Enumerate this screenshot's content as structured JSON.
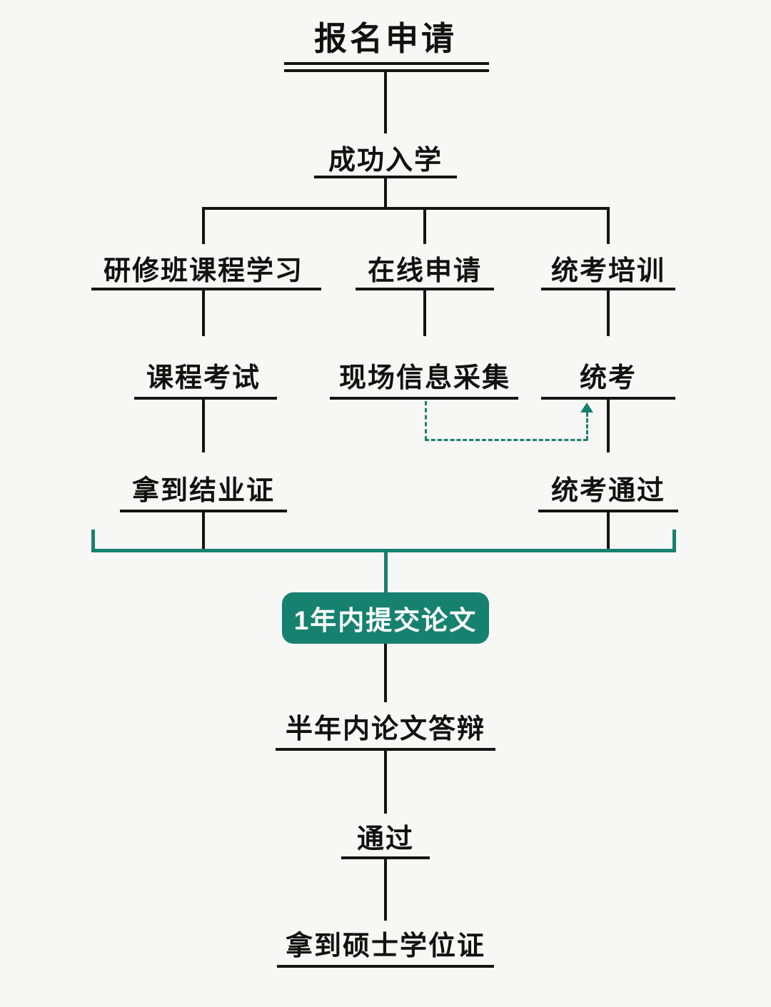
{
  "diagram": {
    "title": "报名申请",
    "nodes": {
      "enroll": "成功入学",
      "seminar": "研修班课程学习",
      "online_apply": "在线申请",
      "exam_training": "统考培训",
      "course_exam": "课程考试",
      "info_collect": "现场信息采集",
      "unified_exam": "统考",
      "completion_cert": "拿到结业证",
      "exam_pass": "统考通过",
      "thesis_submit": "1年内提交论文",
      "thesis_defense": "半年内论文答辩",
      "pass": "通过",
      "master_cert": "拿到硕士学位证"
    },
    "colors": {
      "accent": "#17816f",
      "line": "#141414",
      "background": "#f7f7f5"
    }
  }
}
